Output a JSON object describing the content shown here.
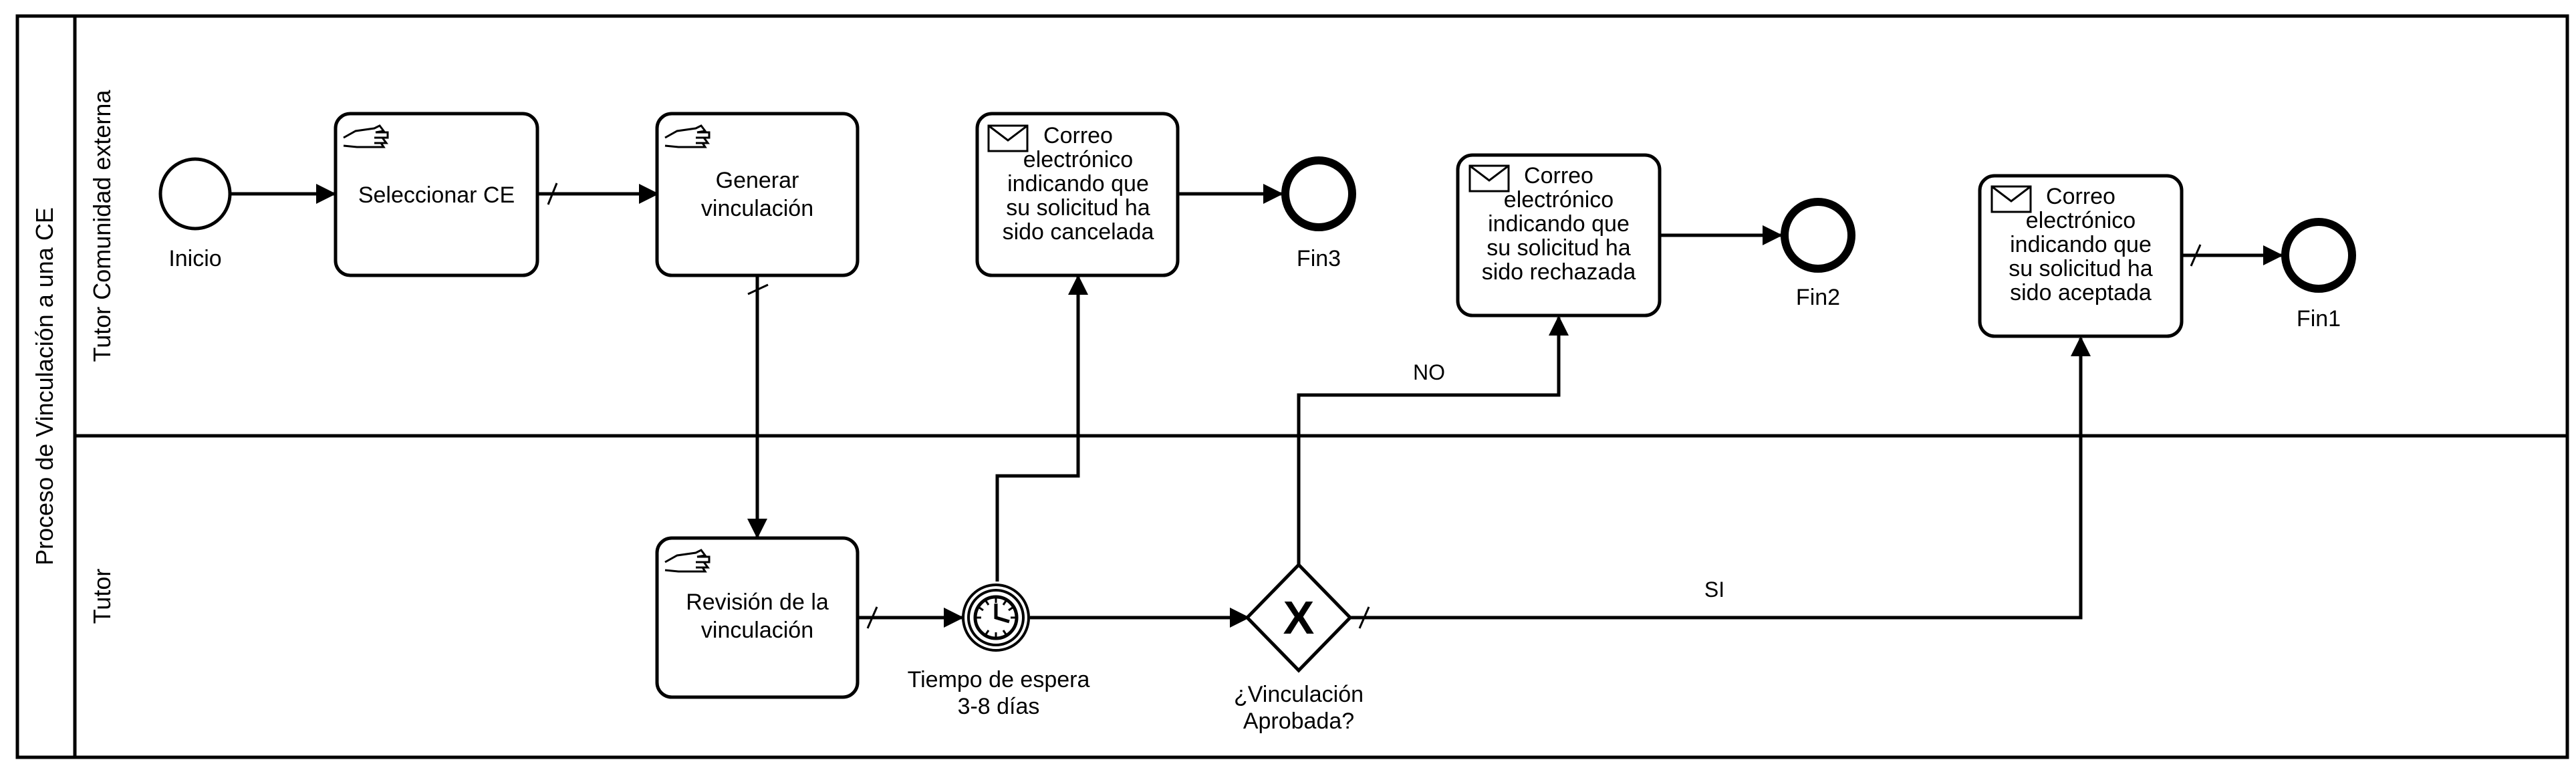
{
  "pool": {
    "name": "Proceso de Vinculación a una CE"
  },
  "lanes": [
    {
      "id": "lane-tutor-ce",
      "name": "Tutor Comunidad externa"
    },
    {
      "id": "lane-tutor",
      "name": "Tutor"
    }
  ],
  "events": [
    {
      "id": "inicio",
      "type": "start",
      "label": "Inicio"
    },
    {
      "id": "fin3",
      "type": "end",
      "label": "Fin3"
    },
    {
      "id": "fin2",
      "type": "end",
      "label": "Fin2"
    },
    {
      "id": "fin1",
      "type": "end",
      "label": "Fin1"
    },
    {
      "id": "timer",
      "type": "timer",
      "label_lines": [
        "Tiempo de espera",
        "3-8 días"
      ]
    }
  ],
  "tasks": [
    {
      "id": "seleccionar",
      "kind": "manual",
      "icon": "hand-icon",
      "lines": [
        "Seleccionar CE"
      ]
    },
    {
      "id": "generar",
      "kind": "manual",
      "icon": "hand-icon",
      "lines": [
        "Generar",
        "vinculación"
      ]
    },
    {
      "id": "revision",
      "kind": "manual",
      "icon": "hand-icon",
      "lines": [
        "Revisión de la",
        "vinculación"
      ]
    },
    {
      "id": "correo-cancelada",
      "kind": "send",
      "icon": "envelope-icon",
      "lines": [
        "Correo",
        "electrónico",
        "indicando que",
        "su solicitud ha",
        "sido cancelada"
      ]
    },
    {
      "id": "correo-rechazada",
      "kind": "send",
      "icon": "envelope-icon",
      "lines": [
        "Correo",
        "electrónico",
        "indicando que",
        "su solicitud ha",
        "sido rechazada"
      ]
    },
    {
      "id": "correo-aceptada",
      "kind": "send",
      "icon": "envelope-icon",
      "lines": [
        "Correo",
        "electrónico",
        "indicando que",
        "su solicitud ha",
        "sido aceptada"
      ]
    }
  ],
  "gateway": {
    "id": "aprobada",
    "type": "exclusive",
    "marker": "X",
    "label_lines": [
      "¿Vinculación",
      "Aprobada?"
    ]
  },
  "flows": [
    {
      "from": "inicio",
      "to": "seleccionar",
      "label": ""
    },
    {
      "from": "seleccionar",
      "to": "generar",
      "label": ""
    },
    {
      "from": "generar",
      "to": "revision",
      "label": ""
    },
    {
      "from": "revision",
      "to": "timer",
      "label": ""
    },
    {
      "from": "timer",
      "to": "correo-cancelada",
      "label": ""
    },
    {
      "from": "timer",
      "to": "aprobada",
      "label": ""
    },
    {
      "from": "correo-cancelada",
      "to": "fin3",
      "label": ""
    },
    {
      "from": "aprobada",
      "to": "correo-rechazada",
      "label": "NO"
    },
    {
      "from": "aprobada",
      "to": "correo-aceptada",
      "label": "SI"
    },
    {
      "from": "correo-rechazada",
      "to": "fin2",
      "label": ""
    },
    {
      "from": "correo-aceptada",
      "to": "fin1",
      "label": ""
    }
  ]
}
